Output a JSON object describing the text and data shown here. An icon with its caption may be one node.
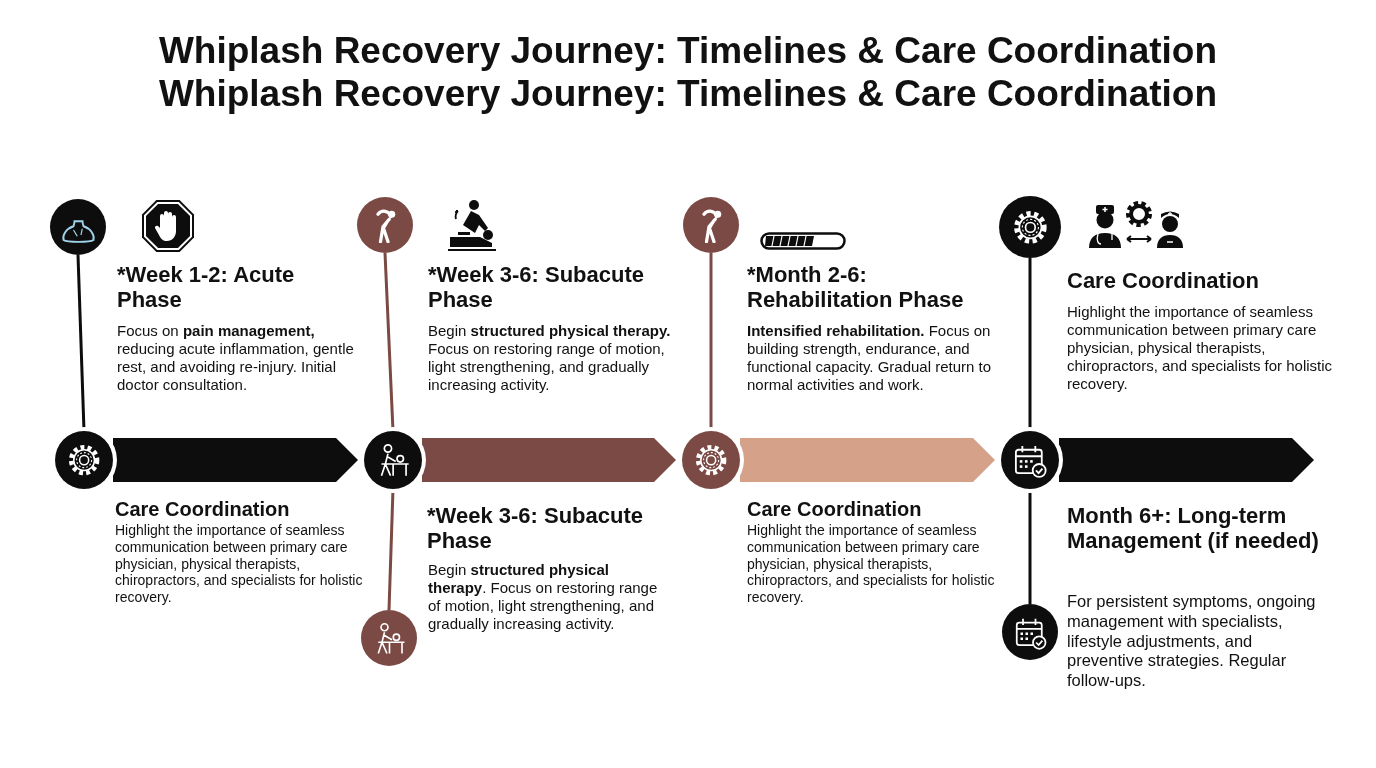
{
  "diagram": {
    "title": "Whiplash Recovery Journey: Timelines & Care Coordination",
    "nodes": [
      {
        "text": [],
        "shape": "circle"
      },
      {
        "text": [],
        "shape": "circle"
      },
      {
        "text": [],
        "shape": "circle"
      },
      {
        "text": [],
        "shape": "circle"
      },
      {
        "text": [],
        "shape": "circle"
      },
      {
        "text": [],
        "shape": "circle"
      },
      {
        "text": [],
        "shape": "circle"
      },
      {
        "text": [],
        "shape": "circle"
      },
      {
        "text": [],
        "shape": "circle"
      },
      {
        "text": [],
        "shape": "circle"
      }
    ],
    "edges": [
      {
        "from": 0,
        "to": 1,
        "arrow": "none"
      },
      {
        "from": 2,
        "to": 3,
        "arrow": "none",
        "color": "#7b4a44"
      },
      {
        "from": 3,
        "to": 4,
        "arrow": "none",
        "color": "#7b4a44"
      },
      {
        "from": 5,
        "to": 6,
        "arrow": "none",
        "color": "#7b4a44"
      },
      {
        "from": 7,
        "to": 8,
        "arrow": "none"
      },
      {
        "from": 8,
        "to": 9,
        "arrow": "none"
      },
      {
        "from": 1,
        "to": 3,
        "arrow": "to",
        "style": "thick"
      },
      {
        "from": 3,
        "to": 6,
        "arrow": "to",
        "style": "thick",
        "color": "#7b4a44"
      },
      {
        "from": 6,
        "to": 8,
        "arrow": "to",
        "style": "thick",
        "color": "#d6a189"
      },
      {
        "from": 8,
        "to": null,
        "arrow": "to",
        "style": "thick"
      }
    ],
    "labels": [
      "Whiplash Recovery Journey: Timelines & Care Coordination",
      "*Week 1-2: Acute Phase",
      "Focus on **pain management,** reducing acute inflammation, gentle rest, and avoiding re-injury. Initial doctor consultation.",
      "*Week 3-6: Subacute Phase",
      "Begin **structured physical therapy.** Focus on restoring range of motion, light strengthening, and gradually increasing activity.",
      "*Month 2-6: Rehabilitation Phase",
      "**Intensified rehabilitation.** Focus on building strength, endurance, and functional capacity. Gradual return to normal activities and work.",
      "Care Coordination",
      "Highlight the importance of seamless communication between primary care physician, physical therapists, chiropractors, and specialists for holistic recovery.",
      "Care Coordination",
      "Highlight the importance of seamless communication between primary care physician, physical therapists, chiropractors, and specialists for holistic recovery.",
      "*Week 3-6: Subacute Phase",
      "Begin **structured physical therapy**. Focus on restoring range of motion, light strengthening, and gradually increasing activity.",
      "Care Coordination",
      "Highlight the importance of seamless communication between primary care physician, physical therapists, chiropractors, and specialists for holistic recovery.",
      "Month 6+: Long-term Management (if needed)",
      "For persistent symptoms, ongoing management with specialists, lifestyle adjustments, and preventive strategies. Regular follow-ups."
    ]
  }
}
